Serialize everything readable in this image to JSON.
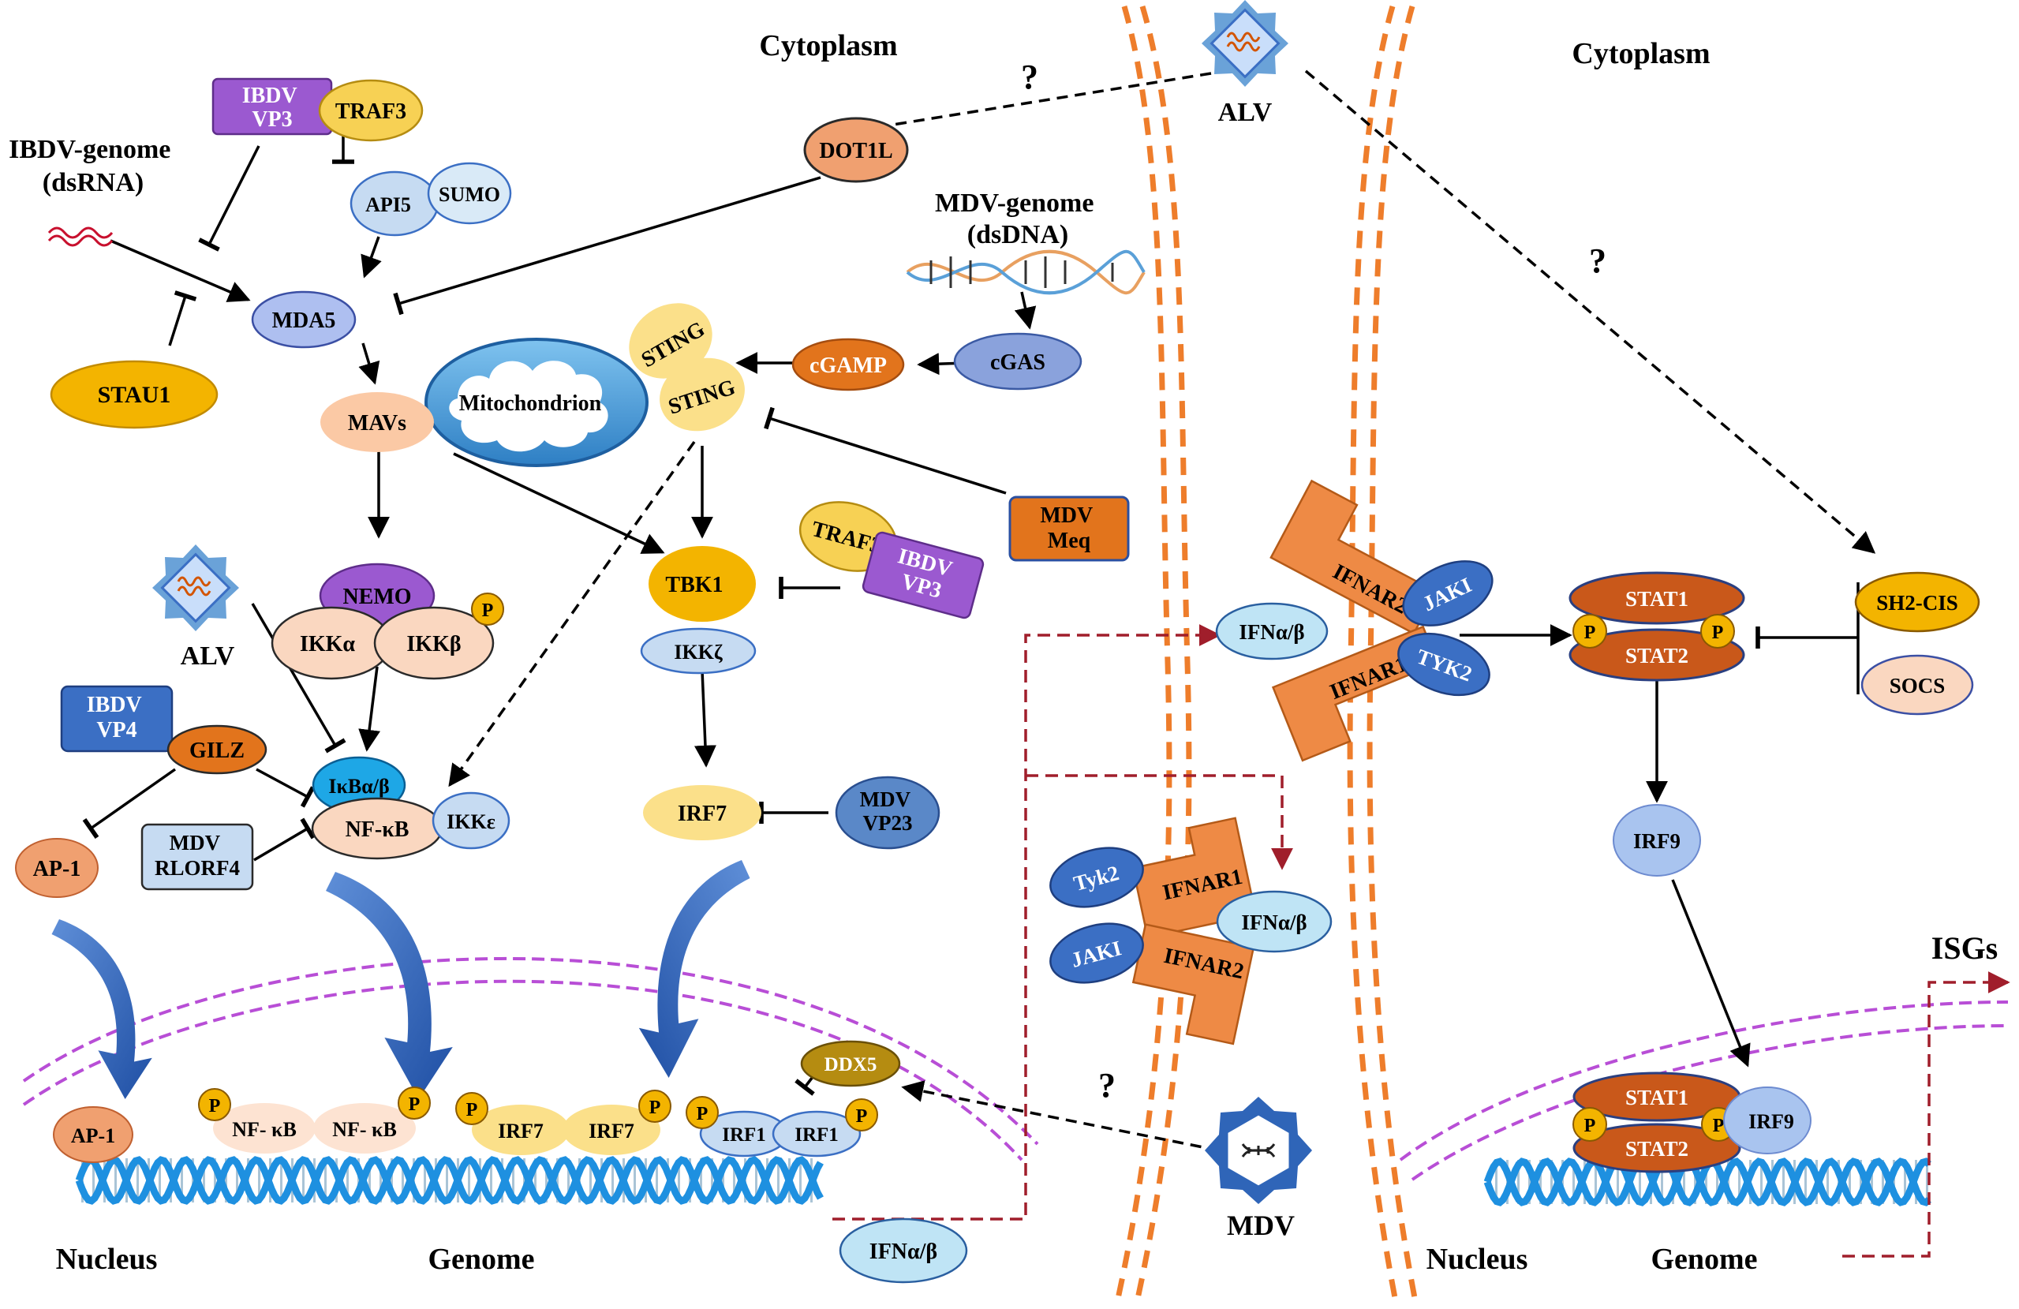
{
  "cytoplasm_left": "Cytoplasm",
  "cytoplasm_right": "Cytoplasm",
  "alv_top": "ALV",
  "alv_left": "ALV",
  "mdv_virus": "MDV",
  "question_mark": "?",
  "ibdv_genome": [
    "IBDV-genome",
    "(dsRNA)"
  ],
  "mdv_genome": [
    "MDV-genome",
    "(dsDNA)"
  ],
  "ibdv_vp3_top": [
    "IBDV",
    "VP3"
  ],
  "traf3_top": "TRAF3",
  "api5": "API5",
  "sumo": "SUMO",
  "dot1l": "DOT1L",
  "mda5": "MDA5",
  "stau1": "STAU1",
  "mavs": "MAVs",
  "mitochondrion": "Mitochondrion",
  "sting": "STING",
  "cgamp": "cGAMP",
  "cgas": "cGAS",
  "mdv_meq": [
    "MDV",
    "Meq"
  ],
  "nemo": "NEMO",
  "ikka": "IKKα",
  "ikkb": "IKKβ",
  "p": "P",
  "tbk1": "TBK1",
  "ikkz": "IKKζ",
  "traf3_mid": "TRAF3",
  "ibdv_vp3_mid": [
    "IBDV",
    "VP3"
  ],
  "ibdv_vp4": [
    "IBDV",
    "VP4"
  ],
  "gilz": "GILZ",
  "ikba": "IκBα/β",
  "nfkb": "NF-κB",
  "ikke": "IKKε",
  "mdv_rlorf4": [
    "MDV",
    "RLORF4"
  ],
  "ap1": "AP-1",
  "irf7": "IRF7",
  "mdv_vp23": [
    "MDV",
    "VP23"
  ],
  "nuc_ap1": "AP-1",
  "nuc_nfkb_1": "NF- κB",
  "nuc_nfkb_2": "NF- κB",
  "nuc_irf7": "IRF7",
  "ddx5": "DDX5",
  "irf1": "IRF1",
  "ifn_bottom": "IFNα/β",
  "nucleus_left": "Nucleus",
  "genome_left": "Genome",
  "ifnar2_top": "IFNAR2",
  "ifnar1_top": "IFNAR1",
  "jak1_top": "JAKI",
  "tyk2_top": "TYK2",
  "ifn_top": "IFNα/β",
  "tyk2_low": "Tyk2",
  "jak1_low": "JAKI",
  "ifnar1_low": "IFNAR1",
  "ifnar2_low": "IFNAR2",
  "ifn_low": "IFNα/β",
  "stat1": "STAT1",
  "stat2": "STAT2",
  "sh2cis": "SH2-CIS",
  "socs": "SOCS",
  "irf9": "IRF9",
  "isgs": "ISGs",
  "nucleus_right": "Nucleus",
  "genome_right": "Genome",
  "colors": {
    "purple": "#9b59d0",
    "yellow": "#f7d154",
    "lightblue": "#c6dbf2",
    "salmon": "#f0a070",
    "blue": "#3b6fc4",
    "steelblue": "#5a88c8",
    "gold": "#f3b400",
    "orange": "#e2741c",
    "paleblue": "#d9eaf7",
    "skyblue": "#bfe4f5",
    "pink": "#fad7c0",
    "rust": "#c9581a",
    "cyan": "#1ea7e6",
    "olive": "#b58c11",
    "peach": "#fbc9a5",
    "dna": "#1e90e0",
    "membrane": "#ee7d2b",
    "nuclear_envelope": "#b84ed6",
    "red_dash": "#a01e2b"
  }
}
